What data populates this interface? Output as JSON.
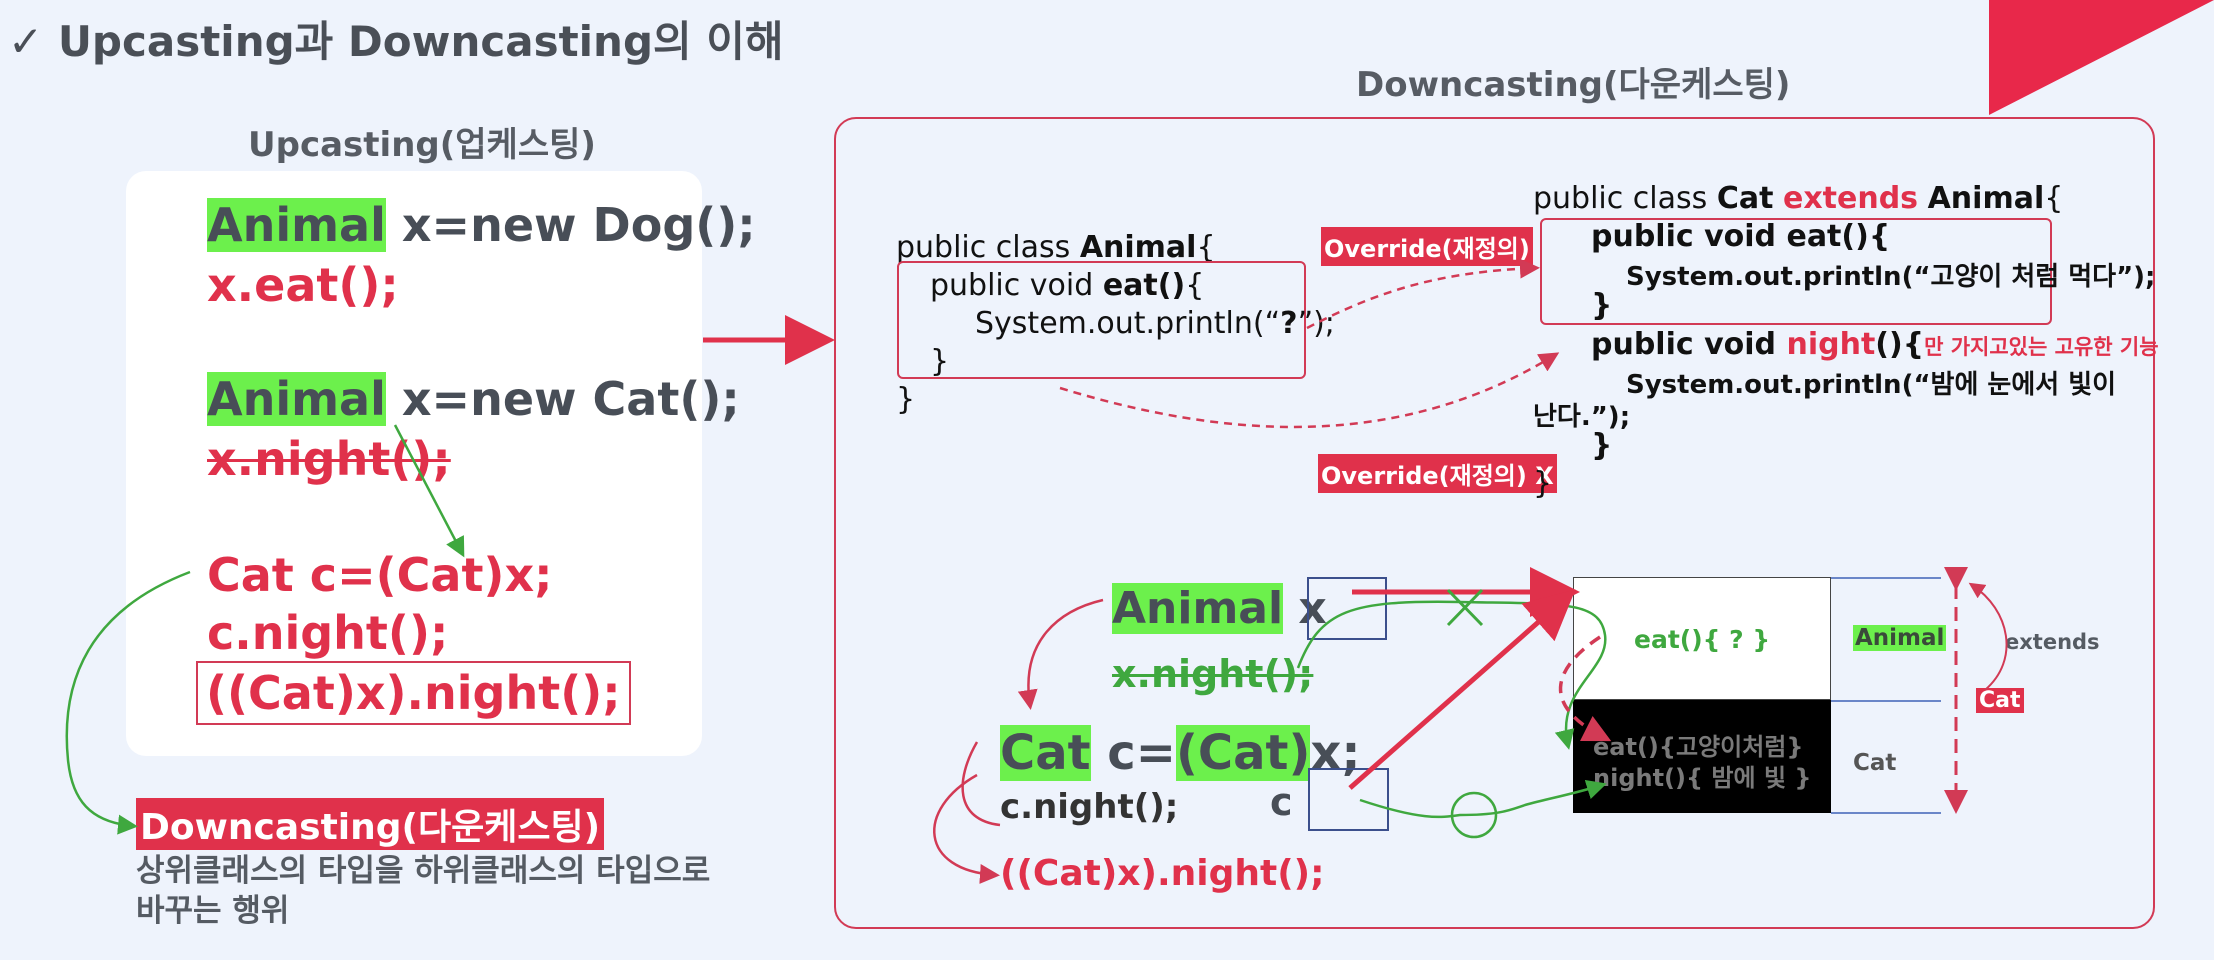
{
  "title": "✓ Upcasting과 Downcasting의 이해",
  "upcasting": {
    "heading": "Upcasting(업케스팅)",
    "line1_type": "Animal",
    "line1_rest": " x=new Dog();",
    "line2": "x.eat();",
    "line3_type": "Animal",
    "line3_rest": " x=new Cat();",
    "line4": "x.night();",
    "line5": "Cat c=(Cat)x;",
    "line6": "c.night();",
    "line7": "((Cat)x).night();"
  },
  "downcasting_note": {
    "label": "Downcasting(다운케스팅)",
    "desc_line1": "상위클래스의 타입을 하위클래스의 타입으로",
    "desc_line2": "바꾸는 행위"
  },
  "downcasting": {
    "heading": "Downcasting(다운케스팅)",
    "animal_class": {
      "l1a": "public class ",
      "l1b": "Animal",
      "l1c": "{",
      "l2a": "public void ",
      "l2b": "eat()",
      "l2c": "{",
      "l3a": "System.out.println(“",
      "l3b": "?",
      "l3c": "”);",
      "l4": "}",
      "l5": "}"
    },
    "override_yes": "Override(재정의)",
    "override_no": "Override(재정의) X",
    "cat_class": {
      "l1a": "public class ",
      "l1b": "Cat",
      "l1c": "extends",
      "l1d": "Animal",
      "l1e": "{",
      "l2": "public void eat(){",
      "l3": "System.out.println(“고양이 처럼 먹다”);",
      "l4": "}",
      "l5a": "public void ",
      "l5b": "night",
      "l5c": "(){",
      "l5note": "만 가지고있는 고유한 기능",
      "l6": "System.out.println(“밤에 눈에서 빛이",
      "l7": "난다.”);",
      "l8": "}",
      "l9": "}"
    },
    "diagram": {
      "animal_type": "Animal",
      "animal_var": " x",
      "x_night": "x.night();",
      "cat_type": "Cat",
      "c_eq": " c=",
      "cast": "(Cat)",
      "cast_x": "x;",
      "c_night": "c.night();",
      "c_var": "c",
      "cast_night": "((Cat)x).night();",
      "mem_eat": "eat(){  ?   }",
      "mem_animal": "Animal",
      "mem_cat_eat": "eat(){고양이처럼}",
      "mem_cat_night": "night(){ 밤에 빛 }",
      "mem_cat": "Cat",
      "extends": "extends",
      "cat_tag": "Cat"
    }
  }
}
